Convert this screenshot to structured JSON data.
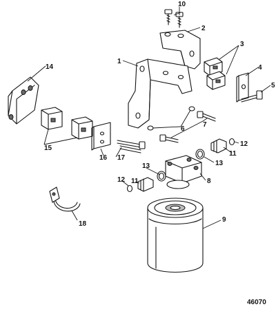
{
  "diagram": {
    "document_number": "46070",
    "callouts": [
      {
        "key": "c10",
        "label": "10"
      },
      {
        "key": "c2",
        "label": "2"
      },
      {
        "key": "c3",
        "label": "3"
      },
      {
        "key": "c1",
        "label": "1"
      },
      {
        "key": "c14",
        "label": "14"
      },
      {
        "key": "c4",
        "label": "4"
      },
      {
        "key": "c5",
        "label": "5"
      },
      {
        "key": "c6",
        "label": "6"
      },
      {
        "key": "c7",
        "label": "7"
      },
      {
        "key": "c11a",
        "label": "11"
      },
      {
        "key": "c12a",
        "label": "12"
      },
      {
        "key": "c13a",
        "label": "13"
      },
      {
        "key": "c15",
        "label": "15"
      },
      {
        "key": "c16",
        "label": "16"
      },
      {
        "key": "c17",
        "label": "17"
      },
      {
        "key": "c13b",
        "label": "13"
      },
      {
        "key": "c8",
        "label": "8"
      },
      {
        "key": "c12b",
        "label": "12"
      },
      {
        "key": "c11b",
        "label": "11"
      },
      {
        "key": "c18",
        "label": "18"
      },
      {
        "key": "c9",
        "label": "9"
      }
    ]
  }
}
